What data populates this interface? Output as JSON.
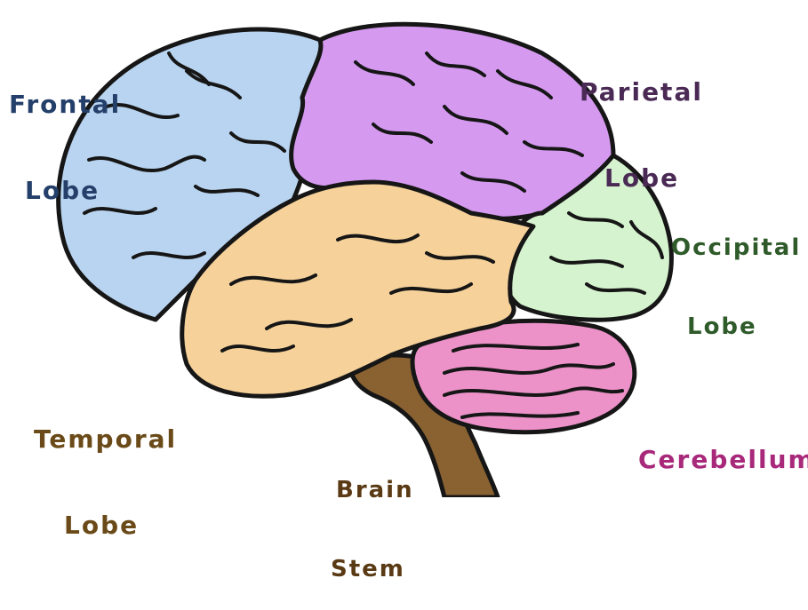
{
  "colors": {
    "frontal": "#b9d4f0",
    "parietal": "#d59af0",
    "occipital": "#d6f3cf",
    "temporal": "#f6d19a",
    "cerebellum": "#ec92c8",
    "brainstem": "#8a6232",
    "outline": "#161616"
  },
  "labels": {
    "frontal": [
      "Frontal",
      "Lobe"
    ],
    "parietal": [
      "Parietal",
      "Lobe"
    ],
    "occipital": [
      "Occipital",
      "Lobe"
    ],
    "temporal": [
      "Temporal",
      "Lobe"
    ],
    "cerebellum": [
      "Cerebellum"
    ],
    "brainstem": [
      "Brain",
      "Stem"
    ]
  }
}
